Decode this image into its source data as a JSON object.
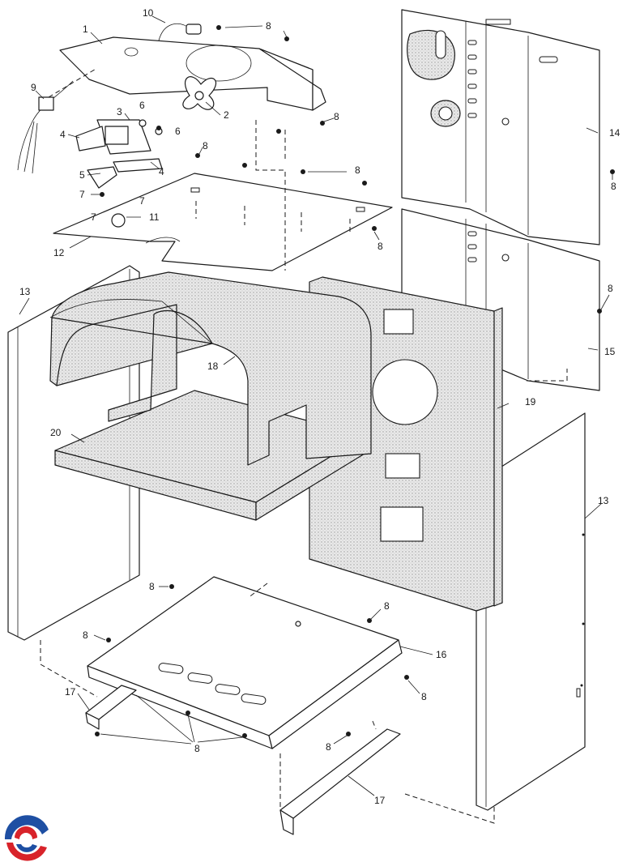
{
  "callouts": {
    "c1": "1",
    "c2": "2",
    "c3": "3",
    "c4a": "4",
    "c4b": "4",
    "c5": "5",
    "c6a": "6",
    "c6b": "6",
    "c7a": "7",
    "c7b": "7",
    "c7c": "7",
    "c8a": "8",
    "c8b": "8",
    "c8c": "8",
    "c8d": "8",
    "c8e": "8",
    "c8f": "8",
    "c8g": "8",
    "c8h": "8",
    "c8i": "8",
    "c8j": "8",
    "c8k": "8",
    "c8l": "8",
    "c8m": "8",
    "c9": "9",
    "c10": "10",
    "c11": "11",
    "c12": "12",
    "c13a": "13",
    "c13b": "13",
    "c14": "14",
    "c15": "15",
    "c16": "16",
    "c17a": "17",
    "c17b": "17",
    "c18": "18",
    "c19": "19",
    "c20": "20"
  },
  "logo": {
    "icon": "brand-swirl-icon",
    "colors": [
      "#d8232a",
      "#1e4fa3"
    ]
  }
}
